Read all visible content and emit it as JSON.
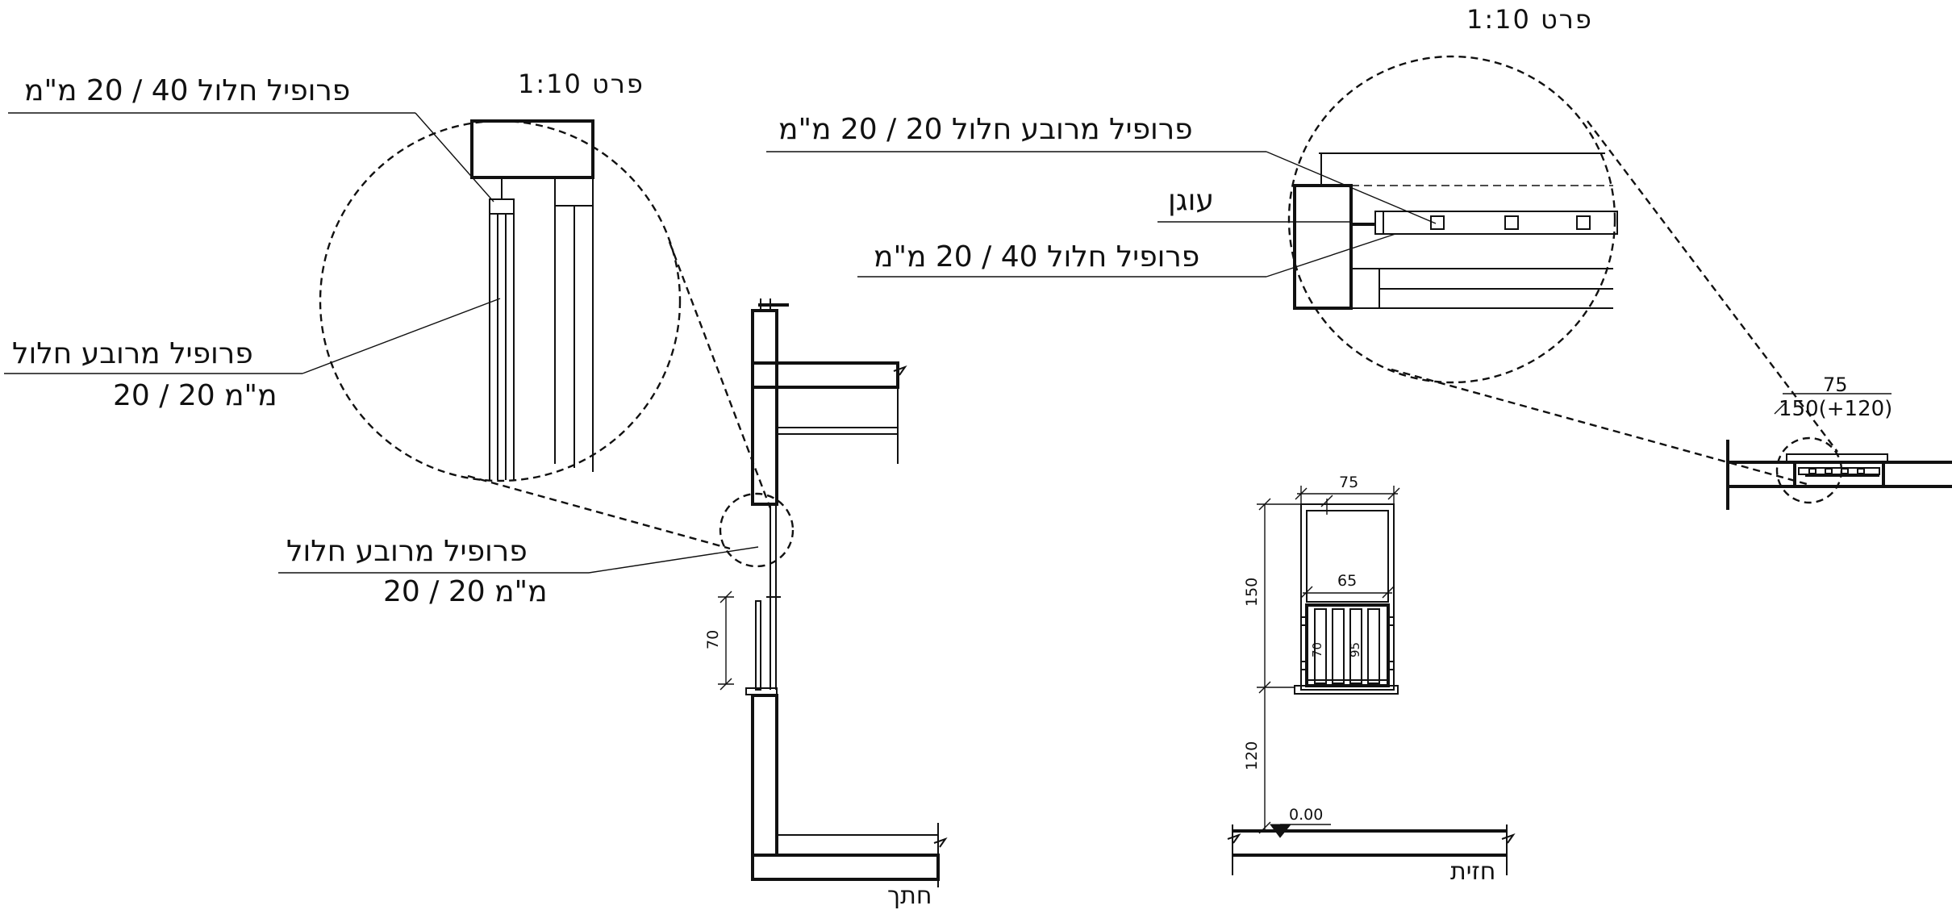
{
  "detail_left": {
    "scale": "פרט 1:10",
    "profile_40": "פרופיל חלול 40 / 20 מ\"מ",
    "profile_square_line1": "פרופיל מרובע חלול",
    "profile_square_line2": "20 / 20 מ\"מ"
  },
  "section": {
    "profile_square_line1": "פרופיל מרובע חלול",
    "profile_square_line2": "20 / 20 מ\"מ",
    "dim_70": "70",
    "title": "חתך"
  },
  "detail_right": {
    "scale": "פרט 1:10",
    "profile_square": "פרופיל מרובע חלול 20 / 20 מ\"מ",
    "anchor": "עוגן",
    "profile_40": "פרופיל חלול 40 / 20 מ\"מ"
  },
  "plan": {
    "dim_75": "75",
    "dim_150_120": "150(+120)"
  },
  "elevation": {
    "dim_75": "75",
    "dim_65": "65",
    "dim_150": "150",
    "dim_120": "120",
    "dim_70": "70",
    "dim_95": "95",
    "level": "0.00",
    "title": "חזית"
  }
}
